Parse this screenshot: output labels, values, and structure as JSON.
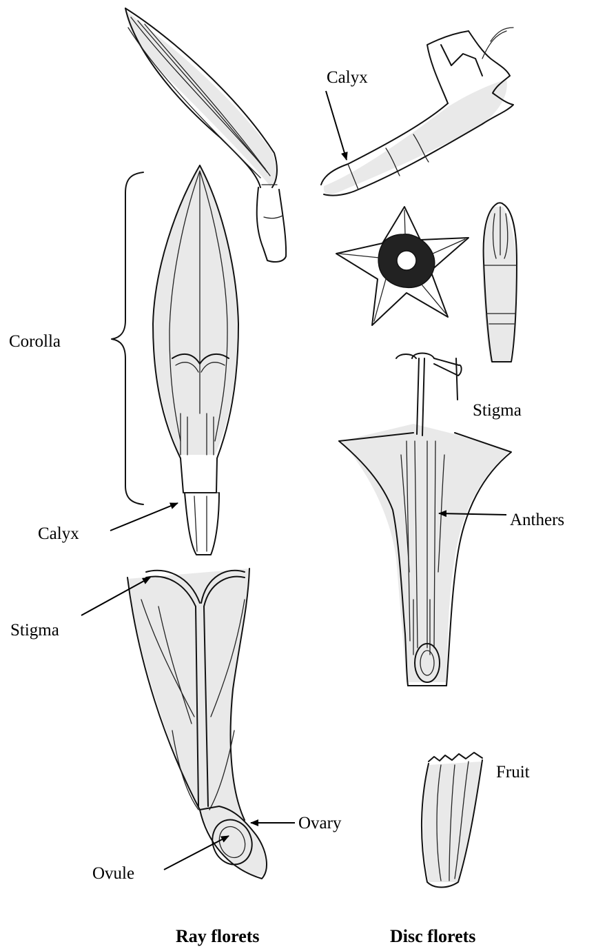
{
  "labels": {
    "calyx_disc": "Calyx",
    "corolla": "Corolla",
    "calyx_ray": "Calyx",
    "stigma_ray": "Stigma",
    "ovary": "Ovary",
    "ovule": "Ovule",
    "stigma_disc": "Stigma",
    "anthers": "Anthers",
    "fruit": "Fruit"
  },
  "captions": {
    "ray": "Ray florets",
    "disc": "Disc florets"
  }
}
